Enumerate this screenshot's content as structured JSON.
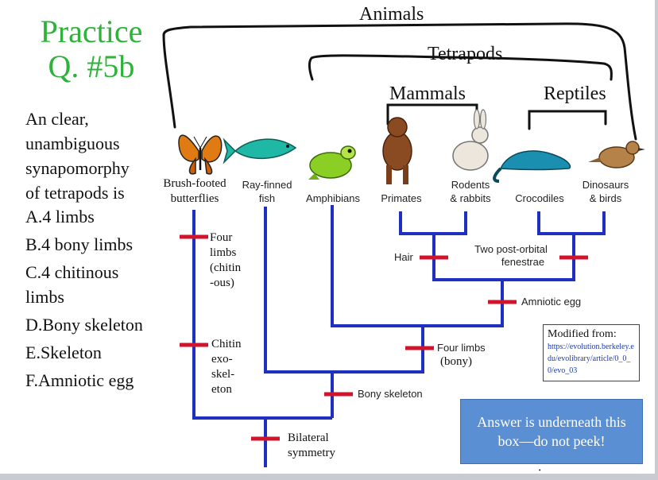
{
  "title": {
    "line1": "Practice",
    "line2": "Q. #5b",
    "color": "#2db33a"
  },
  "question": {
    "text": [
      "An clear,",
      "unambiguous",
      "synapomorphy",
      "of tetrapods is"
    ],
    "options": [
      "A.4 limbs",
      "B.4 bony limbs",
      "C.4 chitinous limbs",
      "D.Bony skeleton",
      "E.Skeleton",
      "F.Amniotic egg"
    ]
  },
  "groups": {
    "animals": "Animals",
    "tetrapods": "Tetrapods",
    "mammals": "Mammals",
    "reptiles": "Reptiles"
  },
  "taxa": [
    {
      "line1": "Brush-footed",
      "line2": "butterflies"
    },
    {
      "line1": "Ray-finned",
      "line2": "fish"
    },
    {
      "line1": "Amphibians",
      "line2": ""
    },
    {
      "line1": "Primates",
      "line2": ""
    },
    {
      "line1": "Rodents",
      "line2": "& rabbits"
    },
    {
      "line1": "Crocodiles",
      "line2": ""
    },
    {
      "line1": "Dinosaurs",
      "line2": "& birds"
    }
  ],
  "traits": {
    "four_limbs_chitin": [
      "Four",
      "limbs",
      "(chitin",
      "-ous)"
    ],
    "chitin_exoskeleton": [
      "Chitin",
      "exo-",
      "skel-",
      "eton"
    ],
    "bilateral": [
      "Bilateral",
      "symmetry"
    ],
    "bony_skeleton": "Bony skeleton",
    "four_limbs_bony": [
      "Four limbs",
      "(bony)"
    ],
    "amniotic_egg": "Amniotic egg",
    "hair": "Hair",
    "post_orbital": [
      "Two post-orbital",
      "fenestrae"
    ]
  },
  "source": {
    "heading": "Modified from:",
    "url": "https://evolution.berkeley.edu/evolibrary/article/0_0_0/evo_03"
  },
  "answer_box": {
    "line1": "Answer is underneath this",
    "line2": "box—do not peek!",
    "color": "#5b8fd3"
  },
  "colors": {
    "tree": "#1f2fbf",
    "trait_mark": "#d0142c",
    "ink": "#111111"
  }
}
